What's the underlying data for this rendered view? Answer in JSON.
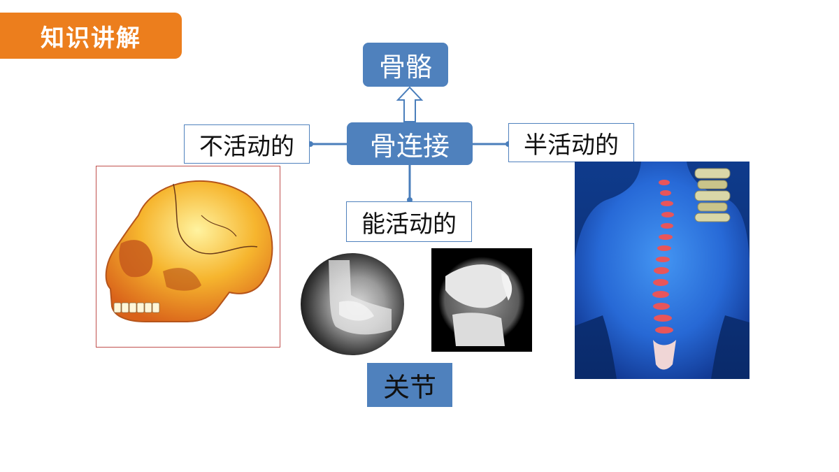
{
  "header": {
    "title": "知识讲解"
  },
  "diagram": {
    "top_node": "骨骼",
    "center_node": "骨连接",
    "left_node": "不活动的",
    "right_node": "半活动的",
    "bottom_node": "能活动的",
    "joint_label": "关节"
  },
  "colors": {
    "accent": "#ec7e1d",
    "node_blue": "#4f81bd",
    "connector": "#4a7ebb"
  },
  "images": {
    "skull": "skull-illustration",
    "xray_ankle": "ankle-xray",
    "xray_knee": "knee-xray",
    "spine": "spine-illustration"
  }
}
